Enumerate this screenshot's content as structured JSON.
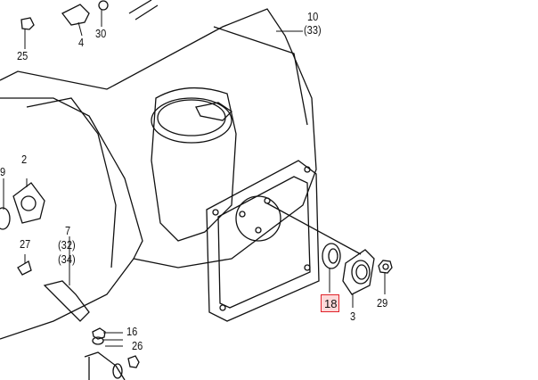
{
  "diagram": {
    "highlight_color": "#e0232a",
    "highlight_fill": "#fdd9d9",
    "highlighted_part": "18",
    "callouts": [
      {
        "id": "25",
        "text": "25"
      },
      {
        "id": "4",
        "text": "4"
      },
      {
        "id": "30",
        "text": "30"
      },
      {
        "id": "10",
        "text": "10"
      },
      {
        "id": "33",
        "text": "(33)"
      },
      {
        "id": "9",
        "text": "9"
      },
      {
        "id": "2",
        "text": "2"
      },
      {
        "id": "7",
        "text": "7"
      },
      {
        "id": "32",
        "text": "(32)"
      },
      {
        "id": "34",
        "text": "(34)"
      },
      {
        "id": "27",
        "text": "27"
      },
      {
        "id": "16",
        "text": "16"
      },
      {
        "id": "26",
        "text": "26"
      },
      {
        "id": "18",
        "text": "18"
      },
      {
        "id": "3",
        "text": "3"
      },
      {
        "id": "29",
        "text": "29"
      }
    ]
  }
}
